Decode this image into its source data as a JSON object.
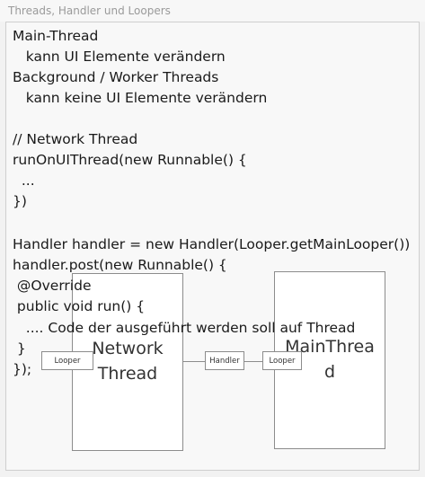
{
  "window": {
    "title": "Threads, Handler und Loopers"
  },
  "note": {
    "lines": [
      "Main-Thread",
      "   kann UI Elemente verändern",
      "Background / Worker Threads",
      "   kann keine UI Elemente verändern",
      "",
      "// Network Thread",
      "runOnUIThread(new Runnable() {",
      "  ...",
      "})",
      "",
      "Handler handler = new Handler(Looper.getMainLooper())",
      "handler.post(new Runnable() {",
      " @Override",
      " public void run() {",
      "   .... Code der ausgeführt werden soll auf Thread",
      " }",
      "});"
    ]
  },
  "diagram": {
    "network_box_line1": "Network",
    "network_box_line2": "Thread",
    "main_box_line1": "MainThrea",
    "main_box_line2": "d",
    "looper_left": "Looper",
    "handler": "Handler",
    "looper_right": "Looper"
  }
}
